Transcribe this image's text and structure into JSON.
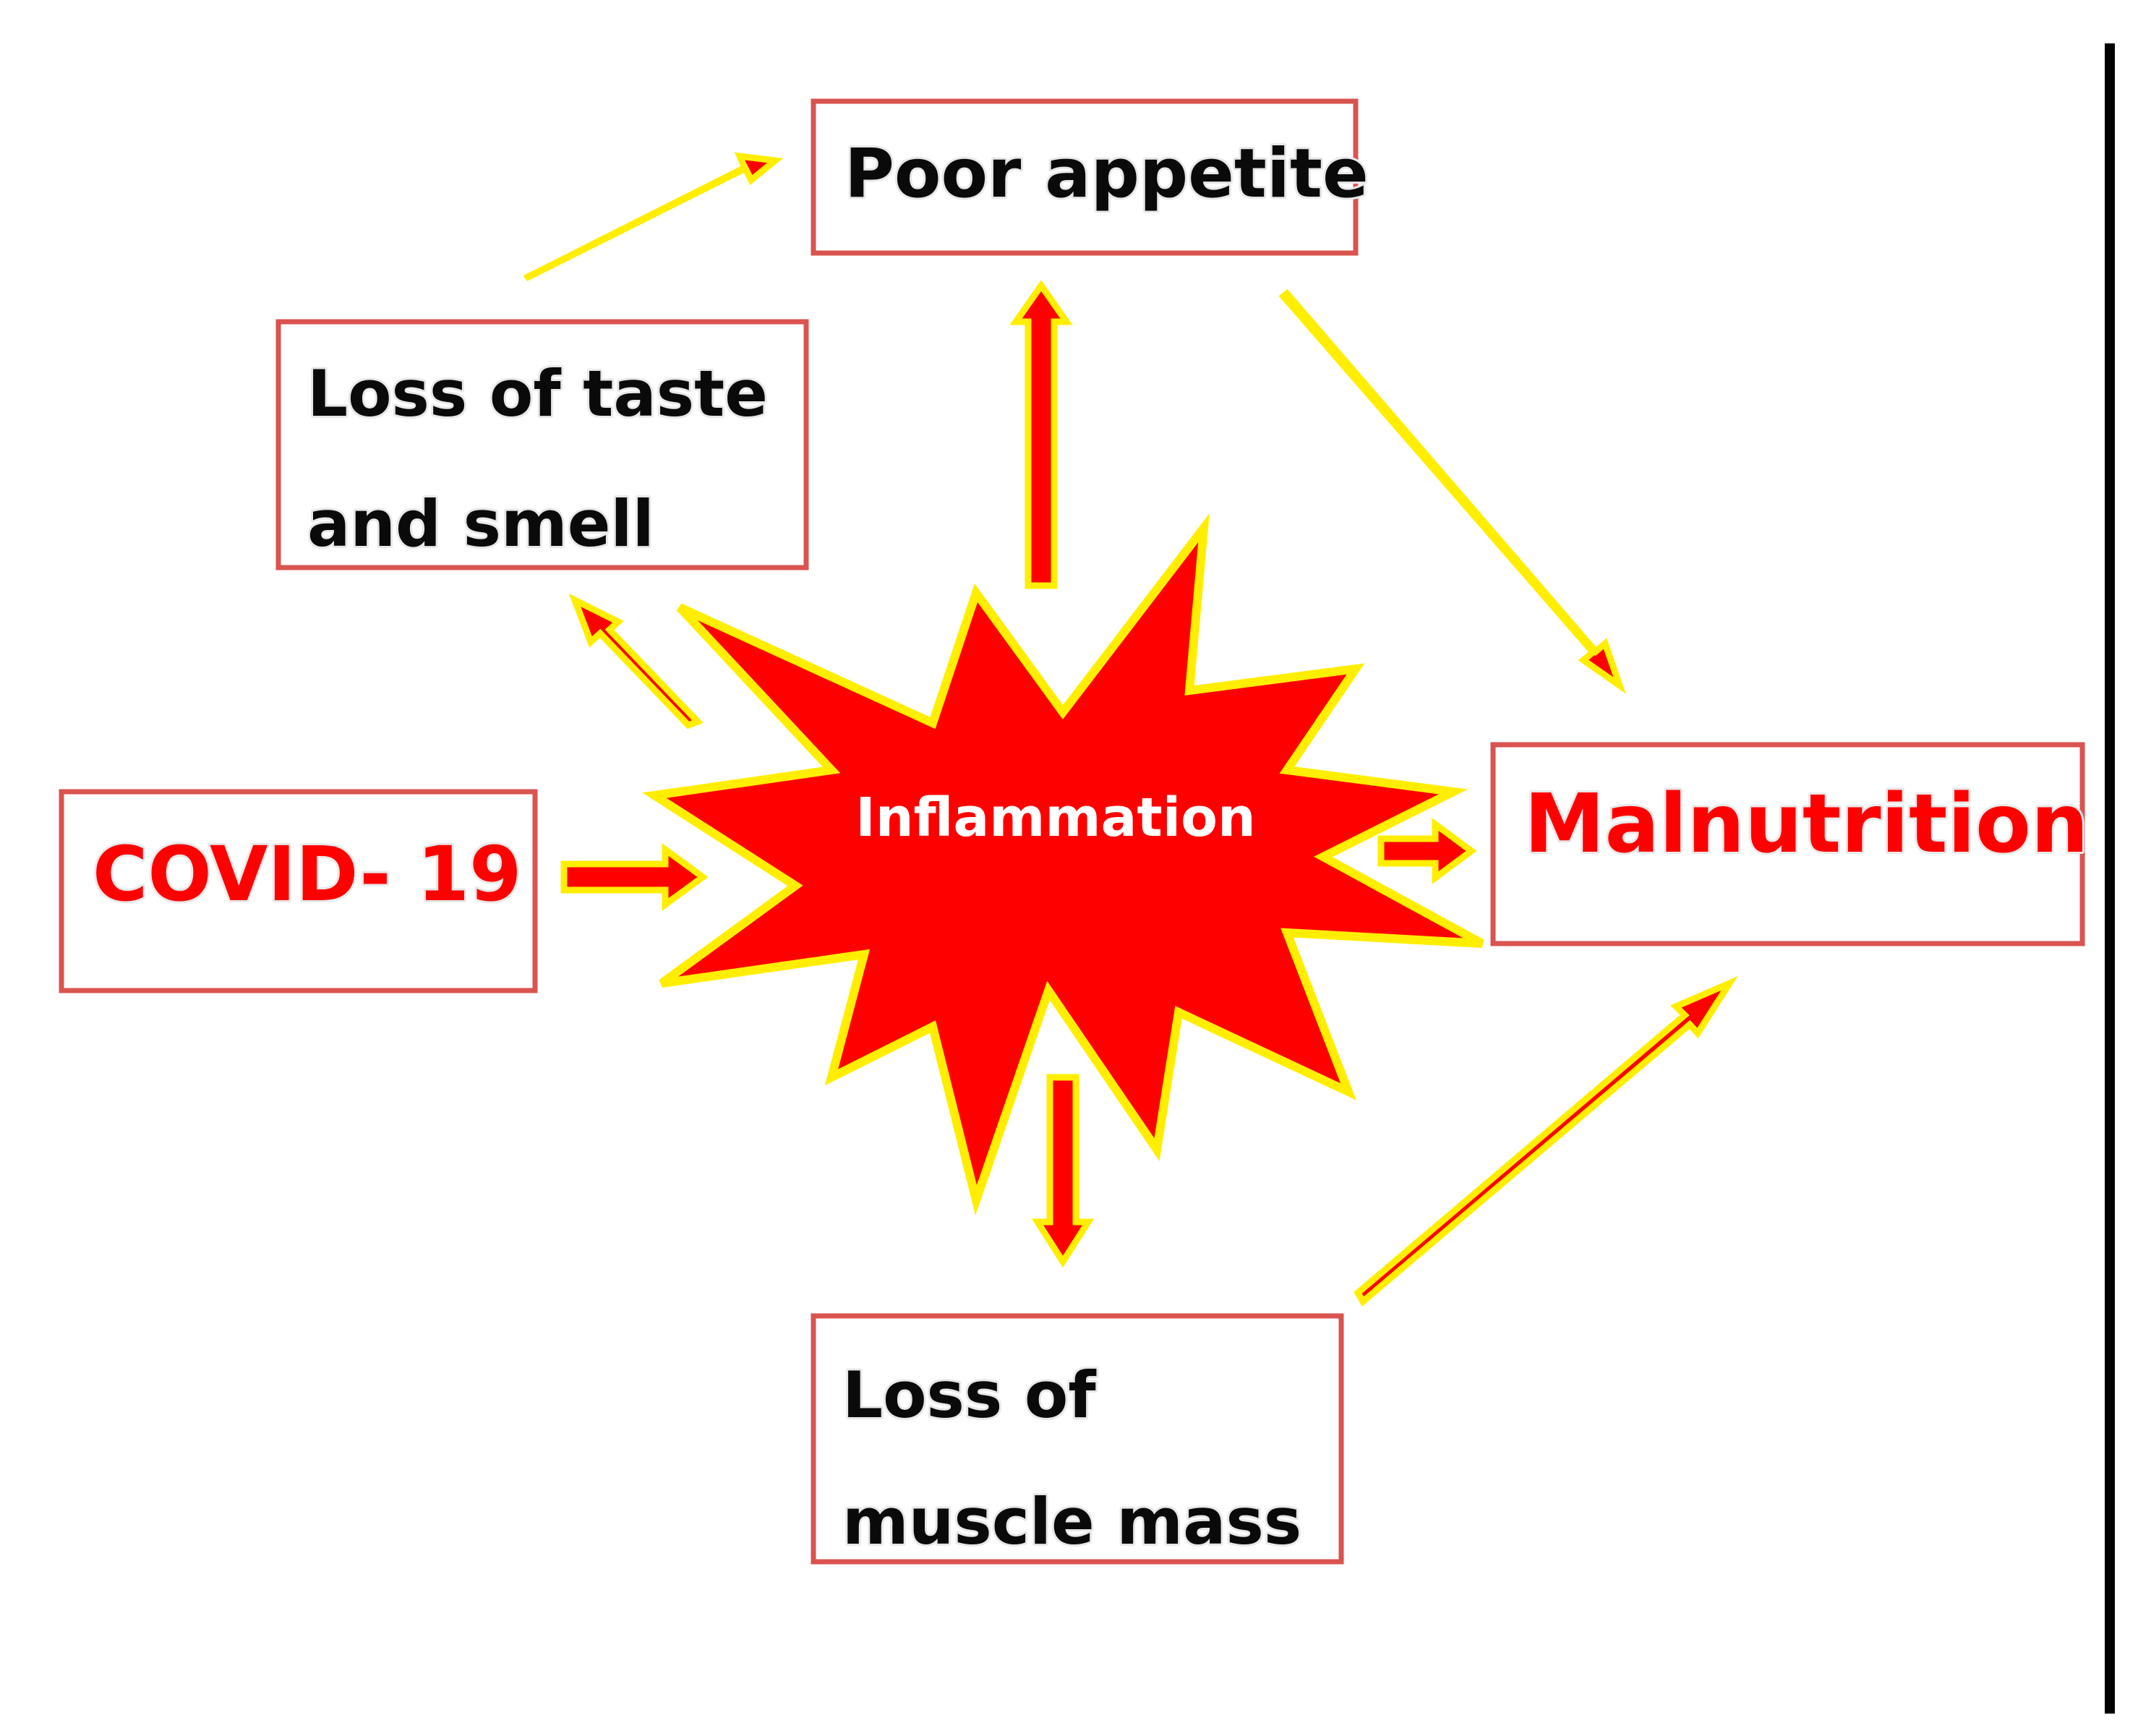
{
  "diagram": {
    "nodes": {
      "poor_appetite": "Poor appetite",
      "loss_taste_line1": "Loss of taste",
      "loss_taste_line2": "and smell",
      "covid": "COVID- 19",
      "inflammation": "Inflammation",
      "malnutrition": "Malnutrition",
      "muscle_line1": "Loss of",
      "muscle_line2": "muscle mass"
    },
    "edges": [
      {
        "from": "COVID- 19",
        "to": "Inflammation"
      },
      {
        "from": "Inflammation",
        "to": "Loss of taste and smell"
      },
      {
        "from": "Inflammation",
        "to": "Poor appetite"
      },
      {
        "from": "Inflammation",
        "to": "Malnutrition"
      },
      {
        "from": "Inflammation",
        "to": "Loss of muscle mass"
      },
      {
        "from": "Loss of taste and smell",
        "to": "Poor appetite"
      },
      {
        "from": "Poor appetite",
        "to": "Malnutrition"
      },
      {
        "from": "Loss of muscle mass",
        "to": "Malnutrition"
      }
    ],
    "colors": {
      "box_border": "#d9534f",
      "arrow_fill": "#ff0000",
      "arrow_outline": "#ffee00",
      "burst_fill": "#ff0000",
      "burst_outline": "#ffee00",
      "emphasis_text": "#ff0000",
      "body_text": "#0a0a0a"
    }
  }
}
